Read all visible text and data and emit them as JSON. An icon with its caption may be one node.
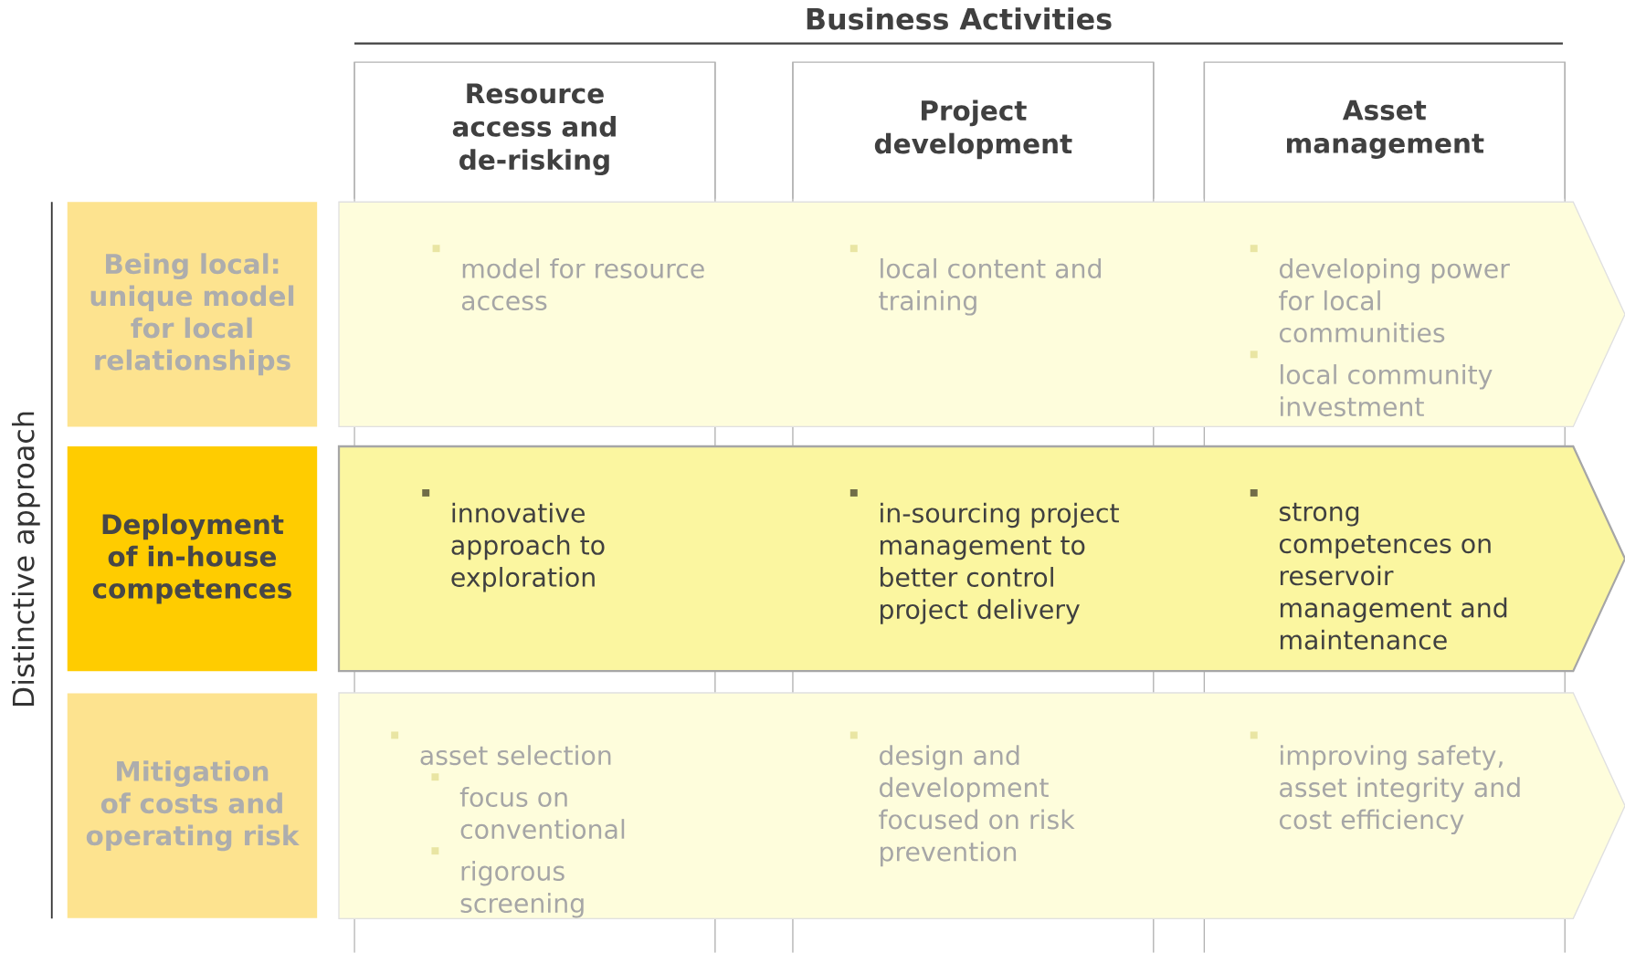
{
  "diagram": {
    "title": "Business Activities",
    "nodes": [
      {
        "text": [
          "Resource access and de-risking"
        ]
      },
      {
        "text": [
          "Project development"
        ]
      },
      {
        "text": [
          "Asset management"
        ]
      },
      {
        "text": [
          "Being local: unique model for local relationships"
        ]
      },
      {
        "text": [],
        "shape": "chevron"
      },
      {
        "text": [
          "model for resource access"
        ],
        "in": 4
      },
      {
        "text": [
          "local content and training"
        ],
        "in": 4
      },
      {
        "text": [
          "developing power for local communities",
          "local community investment"
        ],
        "in": 4
      },
      {
        "text": [
          "Deployment of in-house competences"
        ]
      },
      {
        "text": [],
        "shape": "chevron"
      },
      {
        "text": [
          "innovative approach to exploration"
        ],
        "in": 9
      },
      {
        "text": [
          "in-sourcing project management to better control project delivery"
        ],
        "in": 9
      },
      {
        "text": [
          "strong competences on reservoir management and maintenance"
        ],
        "in": 9
      },
      {
        "text": [
          "Mitigation of costs and operating risk"
        ]
      },
      {
        "text": [],
        "shape": "chevron"
      },
      {
        "text": [
          "asset selection",
          "focus on conventional",
          "rigorous screening"
        ],
        "in": 14
      },
      {
        "text": [
          "design and development focused on risk prevention"
        ],
        "in": 14
      },
      {
        "text": [
          "improving safety, asset integrity and cost efficiency"
        ],
        "in": 14
      }
    ],
    "edges": [],
    "labels": [
      "Distinctive approach"
    ]
  }
}
